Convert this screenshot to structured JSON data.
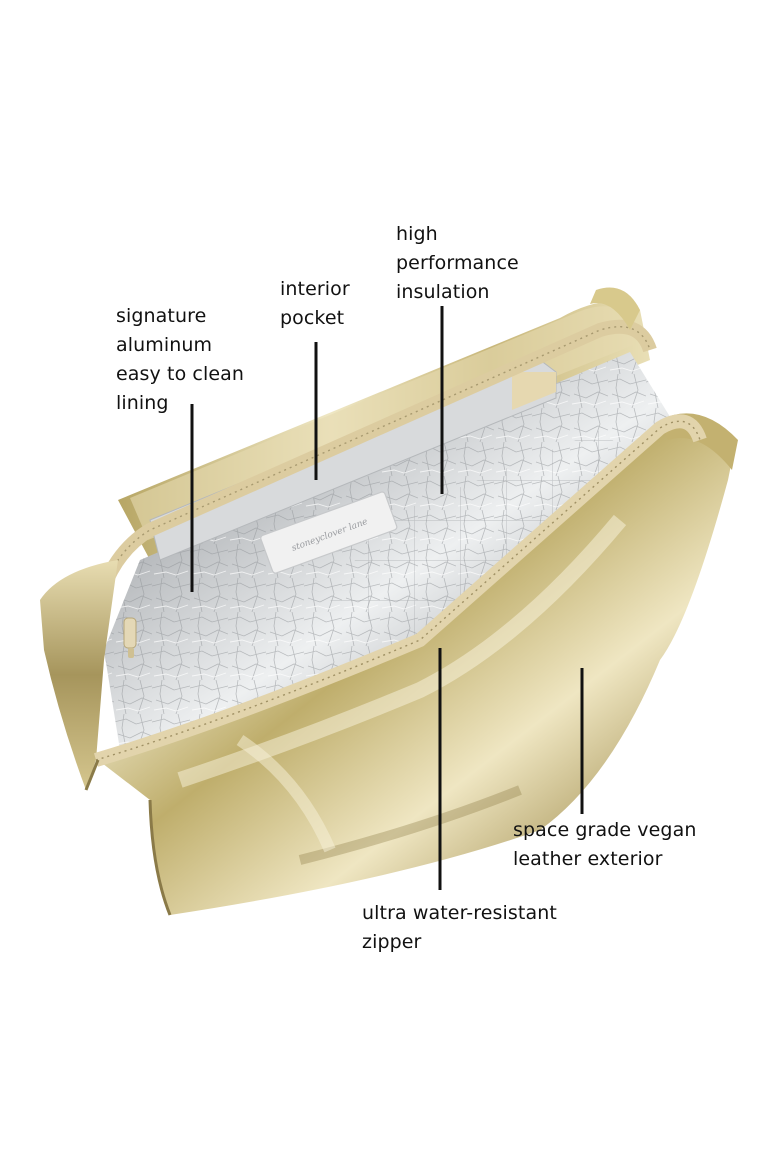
{
  "callouts": {
    "lining": {
      "lines": [
        "signature",
        "aluminum",
        "easy to clean",
        "lining"
      ]
    },
    "pocket": {
      "lines": [
        "interior",
        "pocket"
      ]
    },
    "insulation": {
      "lines": [
        "high",
        "performance",
        "insulation"
      ]
    },
    "exterior": {
      "lines": [
        "space grade vegan",
        "leather exterior"
      ]
    },
    "zipper": {
      "lines": [
        "ultra water-resistant",
        "zipper"
      ]
    }
  },
  "product": {
    "tag_text": "stoneyclover lane",
    "colors": {
      "exterior_gold": "#c9b878",
      "exterior_highlight": "#f3edd2",
      "lining_silver": "#c9cbcd",
      "zipper_tape": "#e0d2ac",
      "callout_line": "#111111"
    }
  }
}
